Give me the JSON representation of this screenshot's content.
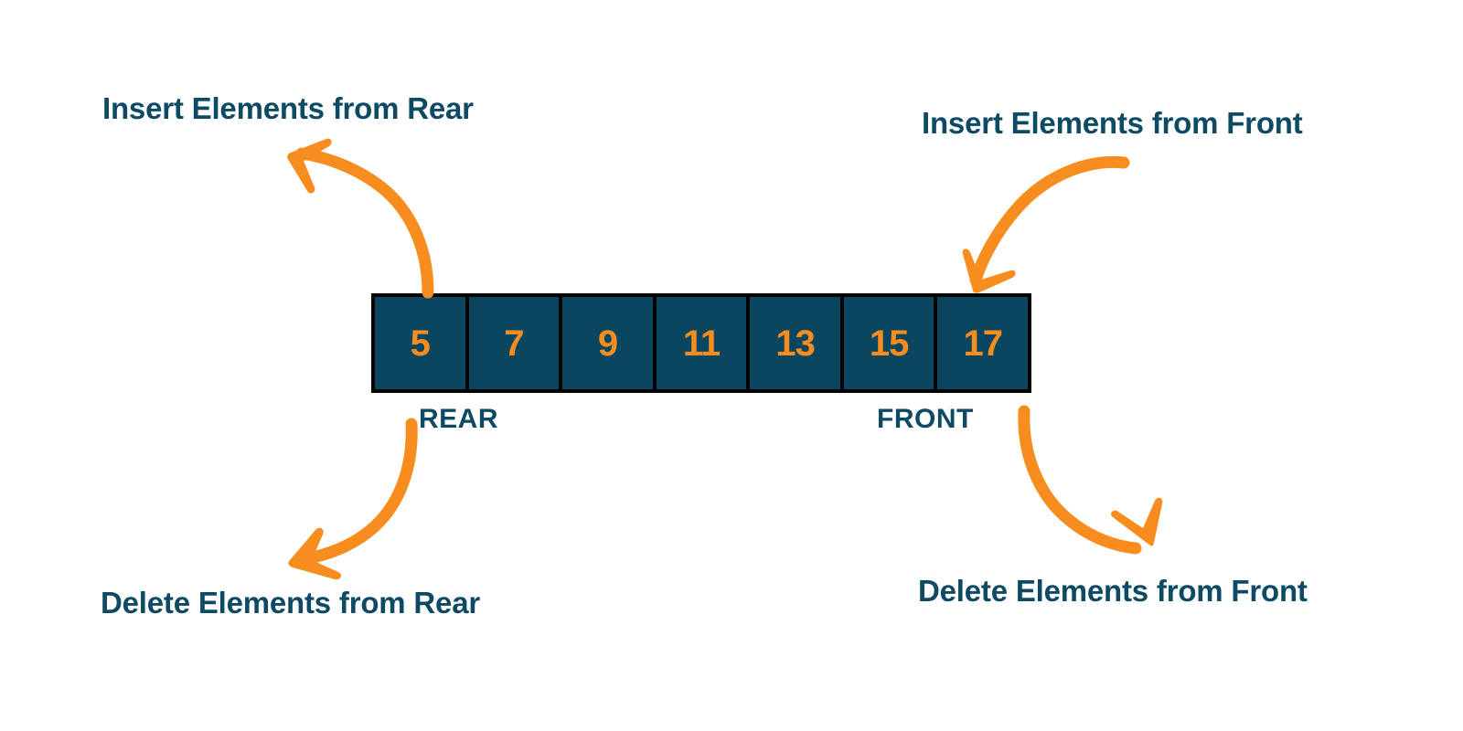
{
  "diagram": {
    "title_visible": false,
    "background_color": "#ffffff",
    "accent_color": "#f68d1e",
    "primary_color": "#0a4660",
    "text_color": "#0e4a63",
    "border_color": "#000000"
  },
  "deque": {
    "values": [
      "5",
      "7",
      "9",
      "11",
      "13",
      "15",
      "17"
    ],
    "cell_count": 7,
    "end_labels": {
      "left": "REAR",
      "right": "FRONT"
    }
  },
  "callouts": {
    "top_left": "Insert Elements from Rear",
    "top_right": "Insert Elements from Front",
    "bottom_left": "Delete Elements from Rear",
    "bottom_right": "Delete Elements from Front"
  },
  "arrows": [
    {
      "name": "insert-rear-arrow",
      "from": "rear-cell-top",
      "to": "top-left-label",
      "direction": "up-left"
    },
    {
      "name": "insert-front-arrow",
      "from": "top-right-label",
      "to": "front-cell-top",
      "direction": "down-left"
    },
    {
      "name": "delete-rear-arrow",
      "from": "rear-cell-bottom",
      "to": "bottom-left-label",
      "direction": "down-left"
    },
    {
      "name": "delete-front-arrow",
      "from": "front-cell-bottom",
      "to": "bottom-right-label",
      "direction": "down-right"
    }
  ]
}
